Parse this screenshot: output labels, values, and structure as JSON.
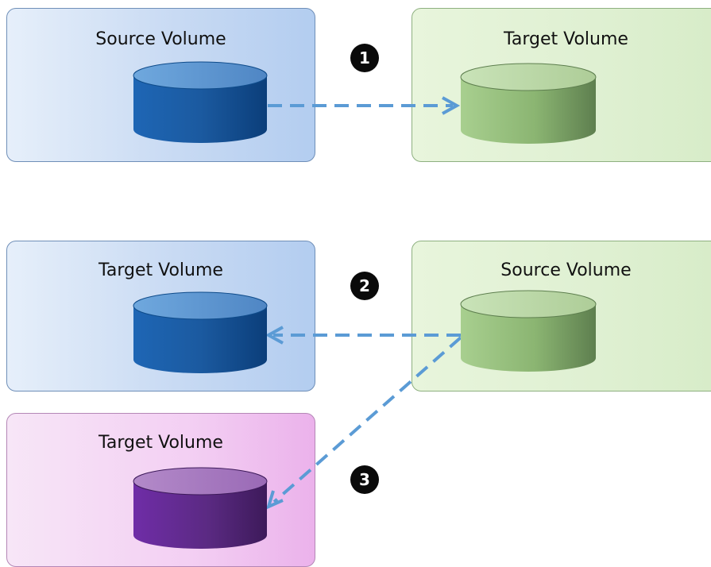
{
  "panel_1_source": {
    "label": "Source Volume"
  },
  "panel_1_target": {
    "label": "Target Volume"
  },
  "panel_2_target": {
    "label": "Target Volume"
  },
  "panel_2_source": {
    "label": "Source Volume"
  },
  "panel_3_target": {
    "label": "Target Volume"
  },
  "steps": [
    "1",
    "2",
    "3"
  ],
  "colors": {
    "arrow": "#5b9bd5",
    "blue_cylinder": "#1f5fa6",
    "green_cylinder": "#8bb572",
    "purple_cylinder": "#5b2a83"
  }
}
